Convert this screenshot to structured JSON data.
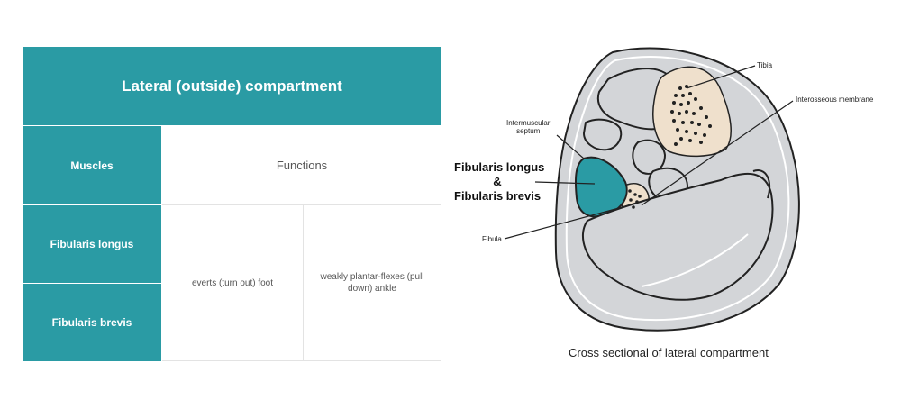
{
  "table": {
    "header": "Lateral (outside) compartment",
    "muscles_label": "Muscles",
    "functions_label": "Functions",
    "rows": [
      {
        "muscle": "Fibularis longus"
      },
      {
        "muscle": "Fibularis brevis"
      }
    ],
    "function_1": "everts (turn out) foot",
    "function_2": "weakly plantar-flexes (pull down) ankle"
  },
  "diagram": {
    "labels": {
      "tibia": "Tibia",
      "interosseous": "Interosseous membrane",
      "septum_1": "Intermuscular",
      "septum_2": "septum",
      "muscle_1": "Fibularis longus",
      "amp": "&",
      "muscle_2": "Fibularis brevis",
      "fibula": "Fibula"
    },
    "caption": "Cross sectional of lateral compartment"
  },
  "colors": {
    "teal": "#2a9ba4",
    "bone": "#efe0cc",
    "muscle_gray": "#d3d5d8",
    "outline": "#222222"
  }
}
